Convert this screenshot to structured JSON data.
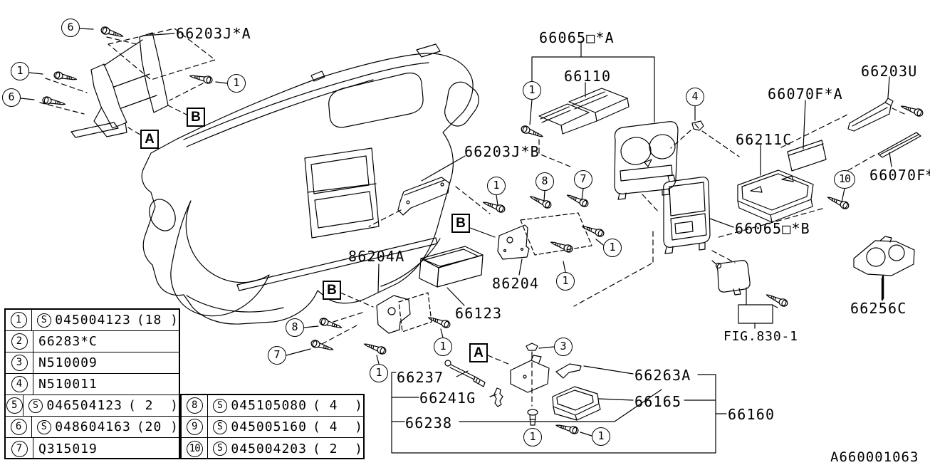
{
  "doc": {
    "diagram_id": "A660001063",
    "figure_ref": "FIG.830-1"
  },
  "labels": {
    "p66203ja": "66203J*A",
    "p66065a": "66065□*A",
    "p66110": "66110",
    "p66203u": "66203U",
    "p66070fa": "66070F*A",
    "p66211c": "66211C",
    "p66070f": "66070F",
    "p66070f_cut": "*",
    "p66203jb": "66203J*B",
    "p86204a": "86204A",
    "p86204": "86204",
    "p66123": "66123",
    "p66065b": "66065□*B",
    "p66256c": "66256C",
    "p66237": "66237",
    "p66241g": "66241G",
    "p66238": "66238",
    "p66263a": "66263A",
    "p66165": "66165",
    "p66160": "66160"
  },
  "callouts": {
    "c1": "1",
    "c3": "3",
    "c4": "4",
    "c6": "6",
    "c7": "7",
    "c8": "8",
    "c10": "10"
  },
  "section_boxes": {
    "a": "A",
    "b": "B"
  },
  "ref_table": {
    "s_mark": "S",
    "left_rows": [
      {
        "num": "1",
        "s": true,
        "code": "045004123",
        "qty": "(18 )"
      },
      {
        "num": "2",
        "s": false,
        "code": "66283*C",
        "qty": ""
      },
      {
        "num": "3",
        "s": false,
        "code": "N510009",
        "qty": ""
      },
      {
        "num": "4",
        "s": false,
        "code": "N510011",
        "qty": ""
      },
      {
        "num": "5",
        "s": true,
        "code": "046504123",
        "qty": "( 2  )"
      },
      {
        "num": "6",
        "s": true,
        "code": "048604163",
        "qty": "(20 )"
      },
      {
        "num": "7",
        "s": false,
        "code": "Q315019",
        "qty": ""
      }
    ],
    "right_rows": [
      {
        "num": "8",
        "s": true,
        "code": "045105080",
        "qty": "( 4  )"
      },
      {
        "num": "9",
        "s": true,
        "code": "045005160",
        "qty": "( 4  )"
      },
      {
        "num": "10",
        "s": true,
        "code": "045004203",
        "qty": "( 2  )"
      }
    ]
  }
}
